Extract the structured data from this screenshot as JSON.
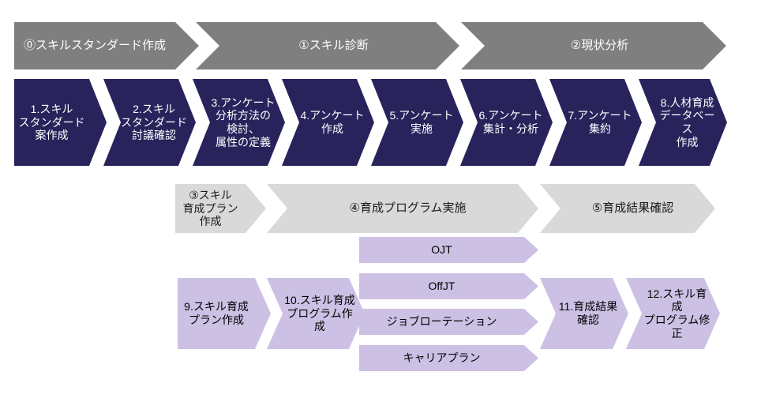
{
  "colors": {
    "phase_top_gray": "#7f7f7f",
    "step_dark_navy": "#29235c",
    "phase_bottom_light_gray": "#d9d9d9",
    "step_light_purple": "#ccc1e4",
    "text_on_dark": "#ffffff",
    "text_on_light": "#000000",
    "background": "#ffffff"
  },
  "phases_top": [
    {
      "label": "⓪スキルスタンダード作成"
    },
    {
      "label": "①スキル診断"
    },
    {
      "label": "②現状分析"
    }
  ],
  "steps_top": [
    {
      "label": "1.スキル\nスタンダード\n案作成"
    },
    {
      "label": "2.スキル\nスタンダード\n討議確認"
    },
    {
      "label": "3.アンケート\n分析方法の\n検討、\n属性の定義"
    },
    {
      "label": "4.アンケート\n作成"
    },
    {
      "label": "5.アンケート\n実施"
    },
    {
      "label": "6.アンケート\n集計・分析"
    },
    {
      "label": "7.アンケート\n集約"
    },
    {
      "label": "8.人材育成\nデータベース\n作成"
    }
  ],
  "phases_bottom": [
    {
      "label": "③スキル\n育成プラン\n作成"
    },
    {
      "label": "④育成プログラム実施"
    },
    {
      "label": "⑤育成結果確認"
    }
  ],
  "programs": [
    {
      "label": "OJT"
    },
    {
      "label": "OffJT"
    },
    {
      "label": "ジョブローテーション"
    },
    {
      "label": "キャリアプラン"
    }
  ],
  "steps_bottom": [
    {
      "label": "9.スキル育成\nプラン作成"
    },
    {
      "label": "10.スキル育成\nプログラム作成"
    },
    {
      "label": "11.育成結果\n確認"
    },
    {
      "label": "12.スキル育成\nプログラム修正"
    }
  ]
}
